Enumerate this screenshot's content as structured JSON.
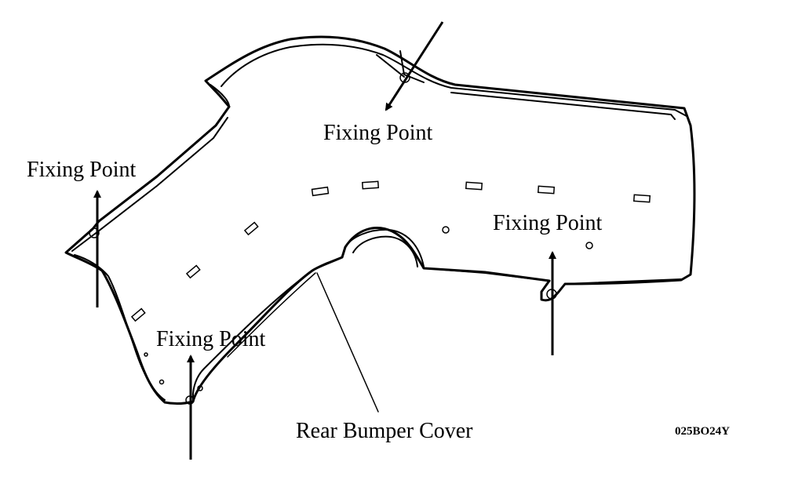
{
  "labels": {
    "fixing_point_top": "Fixing Point",
    "fixing_point_left": "Fixing Point",
    "fixing_point_right": "Fixing Point",
    "fixing_point_bottom": "Fixing Point",
    "part_name": "Rear Bumper Cover",
    "figure_code": "025BO24Y"
  },
  "colors": {
    "ink": "#000000",
    "paper": "#ffffff"
  }
}
